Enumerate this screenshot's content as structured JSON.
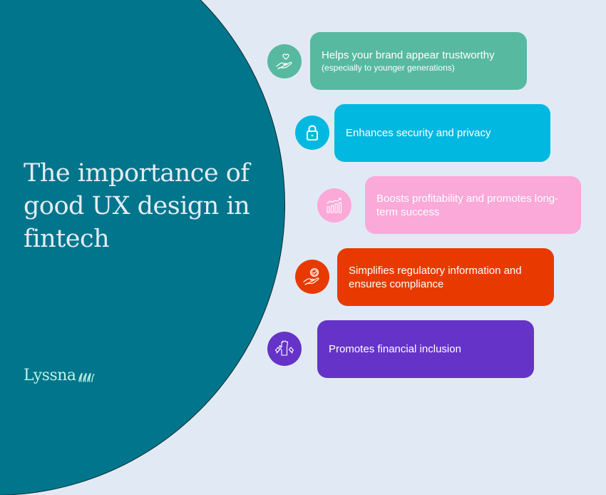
{
  "title": "The importance of good UX design in fintech",
  "title_lines": [
    "The importance of",
    "good UX design in",
    "fintech"
  ],
  "logo": {
    "text": "Lyssna"
  },
  "colors": {
    "background": "#e1eaf4",
    "circle": "#00758c",
    "title_text": "#e3eef4",
    "logo_text": "#bff2e6"
  },
  "items": [
    {
      "label": "Helps your brand appear trustworthy",
      "sub": "(especially to younger generations)",
      "icon": "heart-in-hand-icon",
      "color": "#57b9a0"
    },
    {
      "label": "Enhances security and privacy",
      "sub": "",
      "icon": "lock-icon",
      "color": "#00b8e0"
    },
    {
      "label": "Boosts profitability and promotes long-term success",
      "sub": "",
      "icon": "growth-chart-icon",
      "color": "#fba9d9"
    },
    {
      "label": "Simplifies regulatory information and ensures compliance",
      "sub": "",
      "icon": "check-badge-in-hand-icon",
      "color": "#e83a00"
    },
    {
      "label": "Promotes financial inclusion",
      "sub": "",
      "icon": "high-five-hands-icon",
      "color": "#6633c8"
    }
  ]
}
